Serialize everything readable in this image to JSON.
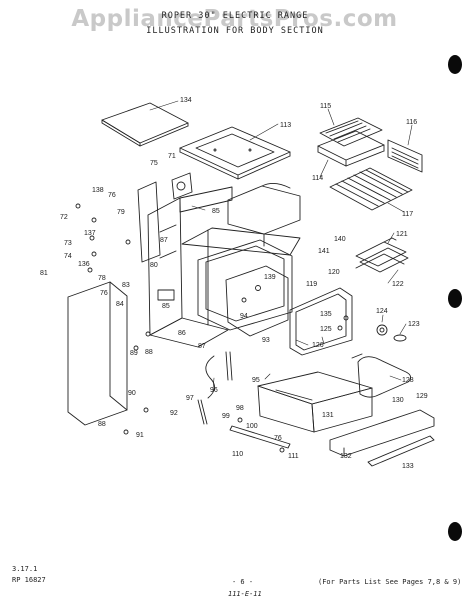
{
  "watermark": "AppliancePartsPros.com",
  "header": {
    "line1": "ROPER 30\" ELECTRIC RANGE",
    "line2": "ILLUSTRATION FOR BODY SECTION"
  },
  "callouts": {
    "c134": "134",
    "c113": "113",
    "c115": "115",
    "c116": "116",
    "c114": "114",
    "c117": "117",
    "c75": "75",
    "c71": "71",
    "c85a": "85",
    "c138": "138",
    "c76a": "76",
    "c72": "72",
    "c79": "79",
    "c73": "73",
    "c137": "137",
    "c87a": "87",
    "c74": "74",
    "c136": "136",
    "c78": "78",
    "c80": "80",
    "c81": "81",
    "c76b": "76",
    "c83": "83",
    "c84": "84",
    "c85b": "85",
    "c139": "139",
    "c140": "140",
    "c141": "141",
    "c121": "121",
    "c120": "120",
    "c122": "122",
    "c119": "119",
    "c94": "94",
    "c135": "135",
    "c125": "125",
    "c124": "124",
    "c123": "123",
    "c86": "86",
    "c93": "93",
    "c89": "89",
    "c87b": "87",
    "c88a": "88",
    "c126": "126",
    "c95": "95",
    "c96": "96",
    "c128": "128",
    "c97": "97",
    "c129": "129",
    "c90": "90",
    "c130": "130",
    "c92": "92",
    "c98": "98",
    "c99": "99",
    "c131": "131",
    "c88b": "88",
    "c100": "100",
    "c91": "91",
    "c76c": "76",
    "c132": "132",
    "c110": "110",
    "c111": "111",
    "c133": "133"
  },
  "footer": {
    "left1": "3.17.1",
    "left2": "RP 16827",
    "page": "- 6 -",
    "right": "(For Parts List See Pages 7,8 & 9)",
    "handwritten": "111-E-11"
  }
}
